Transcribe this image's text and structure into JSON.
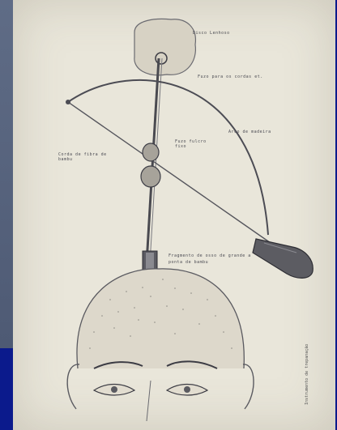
{
  "labels": {
    "bone_disc": "Disco Lenhoso",
    "vertical_stick": "Fuzo para os cordas et.",
    "bow": "Arco de madeira",
    "cord": "Corda de fibra de bambu",
    "fixed_pulley": "Fuzo fulcro fixo",
    "bone_fragment": "Fragmento de osso de grande a ponta de bambu"
  },
  "side_caption": "Instrumento de trepanação"
}
